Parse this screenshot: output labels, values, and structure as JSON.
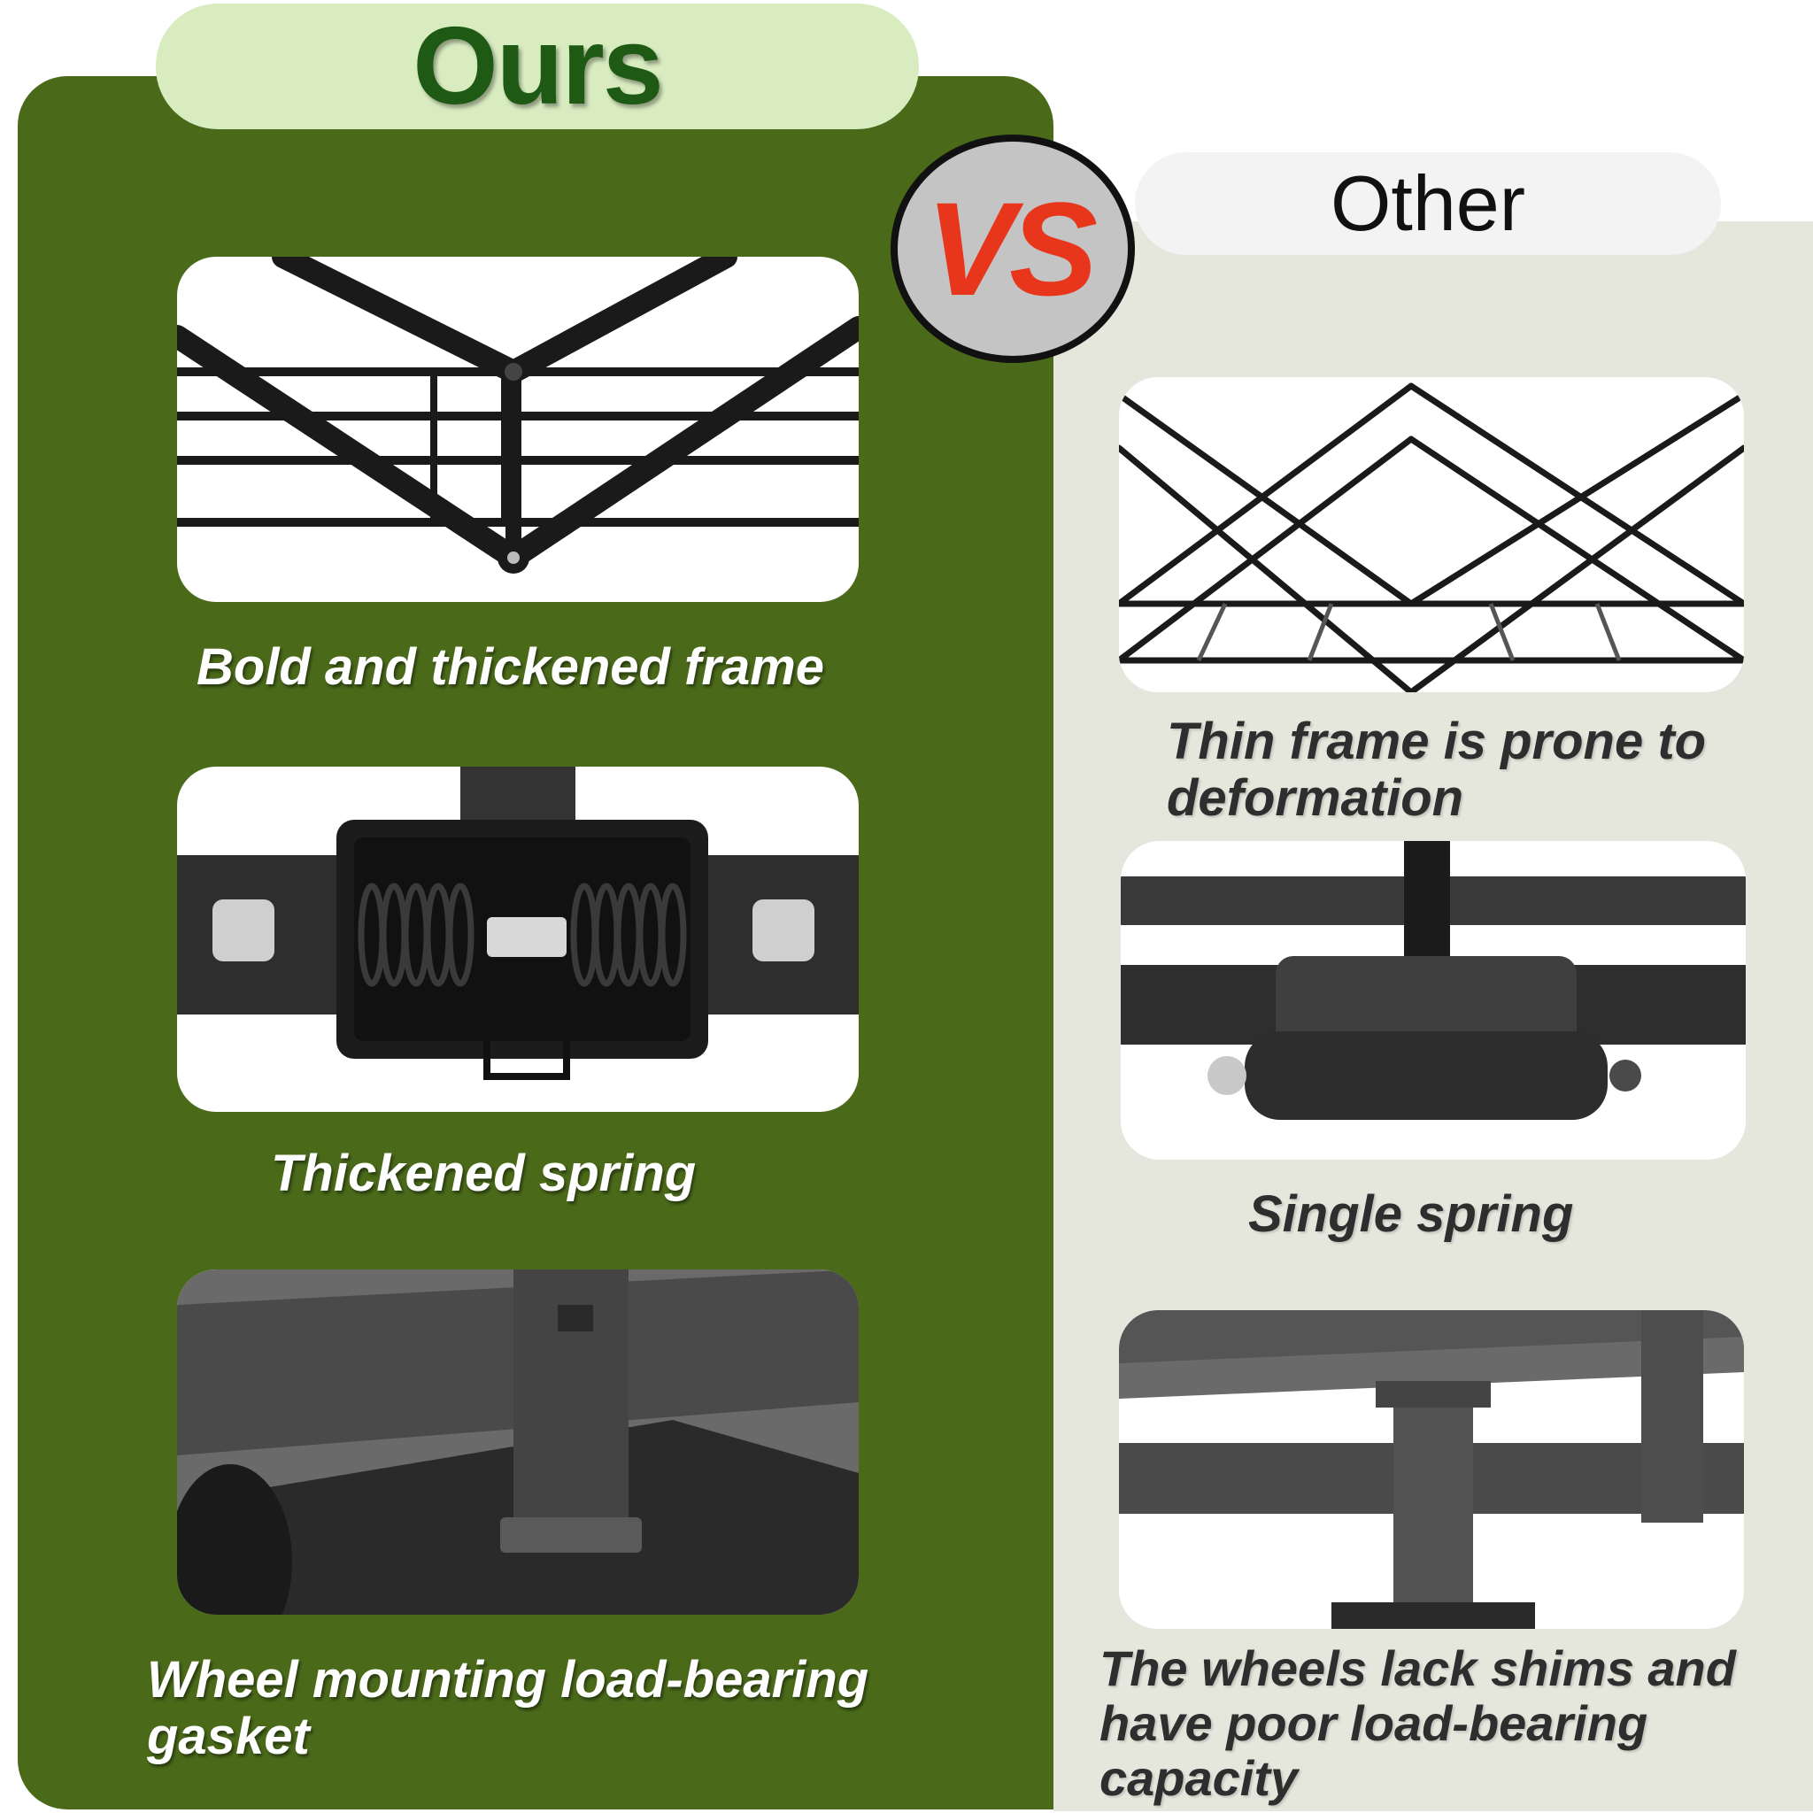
{
  "comparison": {
    "ours_heading": "Ours",
    "vs_label": "VS",
    "other_heading": "Other"
  },
  "ours": {
    "items": [
      {
        "caption": "Bold and thickened frame"
      },
      {
        "caption": "Thickened spring"
      },
      {
        "caption": "Wheel mounting load-bearing gasket"
      }
    ]
  },
  "other": {
    "items": [
      {
        "caption": "Thin frame is prone to deformation"
      },
      {
        "caption": "Single spring"
      },
      {
        "caption": "The wheels lack shims and have poor load-bearing capacity"
      }
    ]
  },
  "colors": {
    "ours_panel": "#4a6a1a",
    "ours_tab": "#d8ecc0",
    "other_panel": "#e5e7dd",
    "vs_text": "#e8361c"
  }
}
